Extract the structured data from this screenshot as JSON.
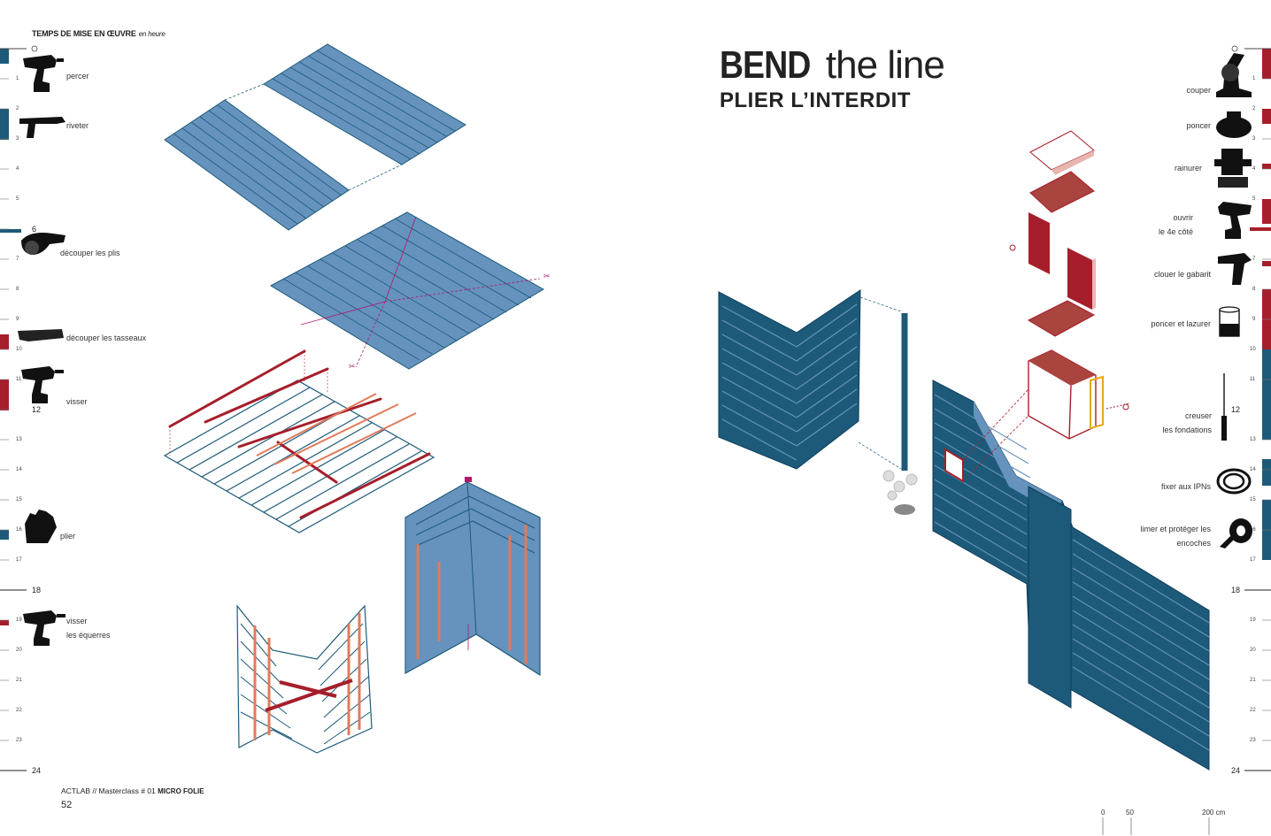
{
  "left": {
    "timeline_title": "TEMPS DE MISE EN ŒUVRE",
    "timeline_unit": "en heure",
    "ticks": [
      "1",
      "2",
      "3",
      "4",
      "5",
      "6",
      "7",
      "8",
      "9",
      "10",
      "11",
      "12",
      "13",
      "14",
      "15",
      "16",
      "17",
      "18",
      "19",
      "20",
      "21",
      "22",
      "23",
      "24"
    ],
    "steps": [
      {
        "label": "percer",
        "icon": "drill-icon"
      },
      {
        "label": "riveter",
        "icon": "rivet-gun-icon"
      },
      {
        "label": "découper les plis",
        "icon": "angle-grinder-icon"
      },
      {
        "label": "découper les tasseaux",
        "icon": "saw-icon"
      },
      {
        "label": "visser",
        "icon": "drill-icon"
      },
      {
        "label": "plier",
        "icon": "gloves-icon"
      },
      {
        "label": "visser",
        "label2": "les équerres",
        "icon": "drill-icon"
      }
    ]
  },
  "right": {
    "title_bold": "BEND",
    "title_rest": "the line",
    "subtitle": "PLIER L’INTERDIT",
    "steps": [
      {
        "label": "couper",
        "icon": "miter-saw-icon"
      },
      {
        "label": "poncer",
        "icon": "sander-icon"
      },
      {
        "label": "rainurer",
        "icon": "router-icon"
      },
      {
        "label": "ouvrir",
        "label2": "le 4e côté",
        "icon": "drill-icon"
      },
      {
        "label": "clouer le gabarit",
        "icon": "nail-gun-icon"
      },
      {
        "label": "poncer et lazurer",
        "icon": "paint-can-icon"
      },
      {
        "label": "creuser",
        "label2": "les fondations",
        "icon": "auger-icon"
      },
      {
        "label": "fixer aux IPNs",
        "icon": "wire-coil-icon"
      },
      {
        "label": "limer et protéger les",
        "label2": "encoches",
        "icon": "tape-roll-icon"
      }
    ],
    "scale_bar": {
      "zero": "0",
      "mid": "50",
      "end": "200 cm"
    }
  },
  "footer": {
    "credit": "ACTLAB // Masterclass # 01",
    "credit_bold": "MICRO FOLIE",
    "page_number": "52"
  },
  "colors": {
    "blue": "#1d5a79",
    "panel_blue": "#6593bd",
    "red": "#a61e2b",
    "batten": "#e07b5b",
    "magenta": "#b0186c"
  }
}
